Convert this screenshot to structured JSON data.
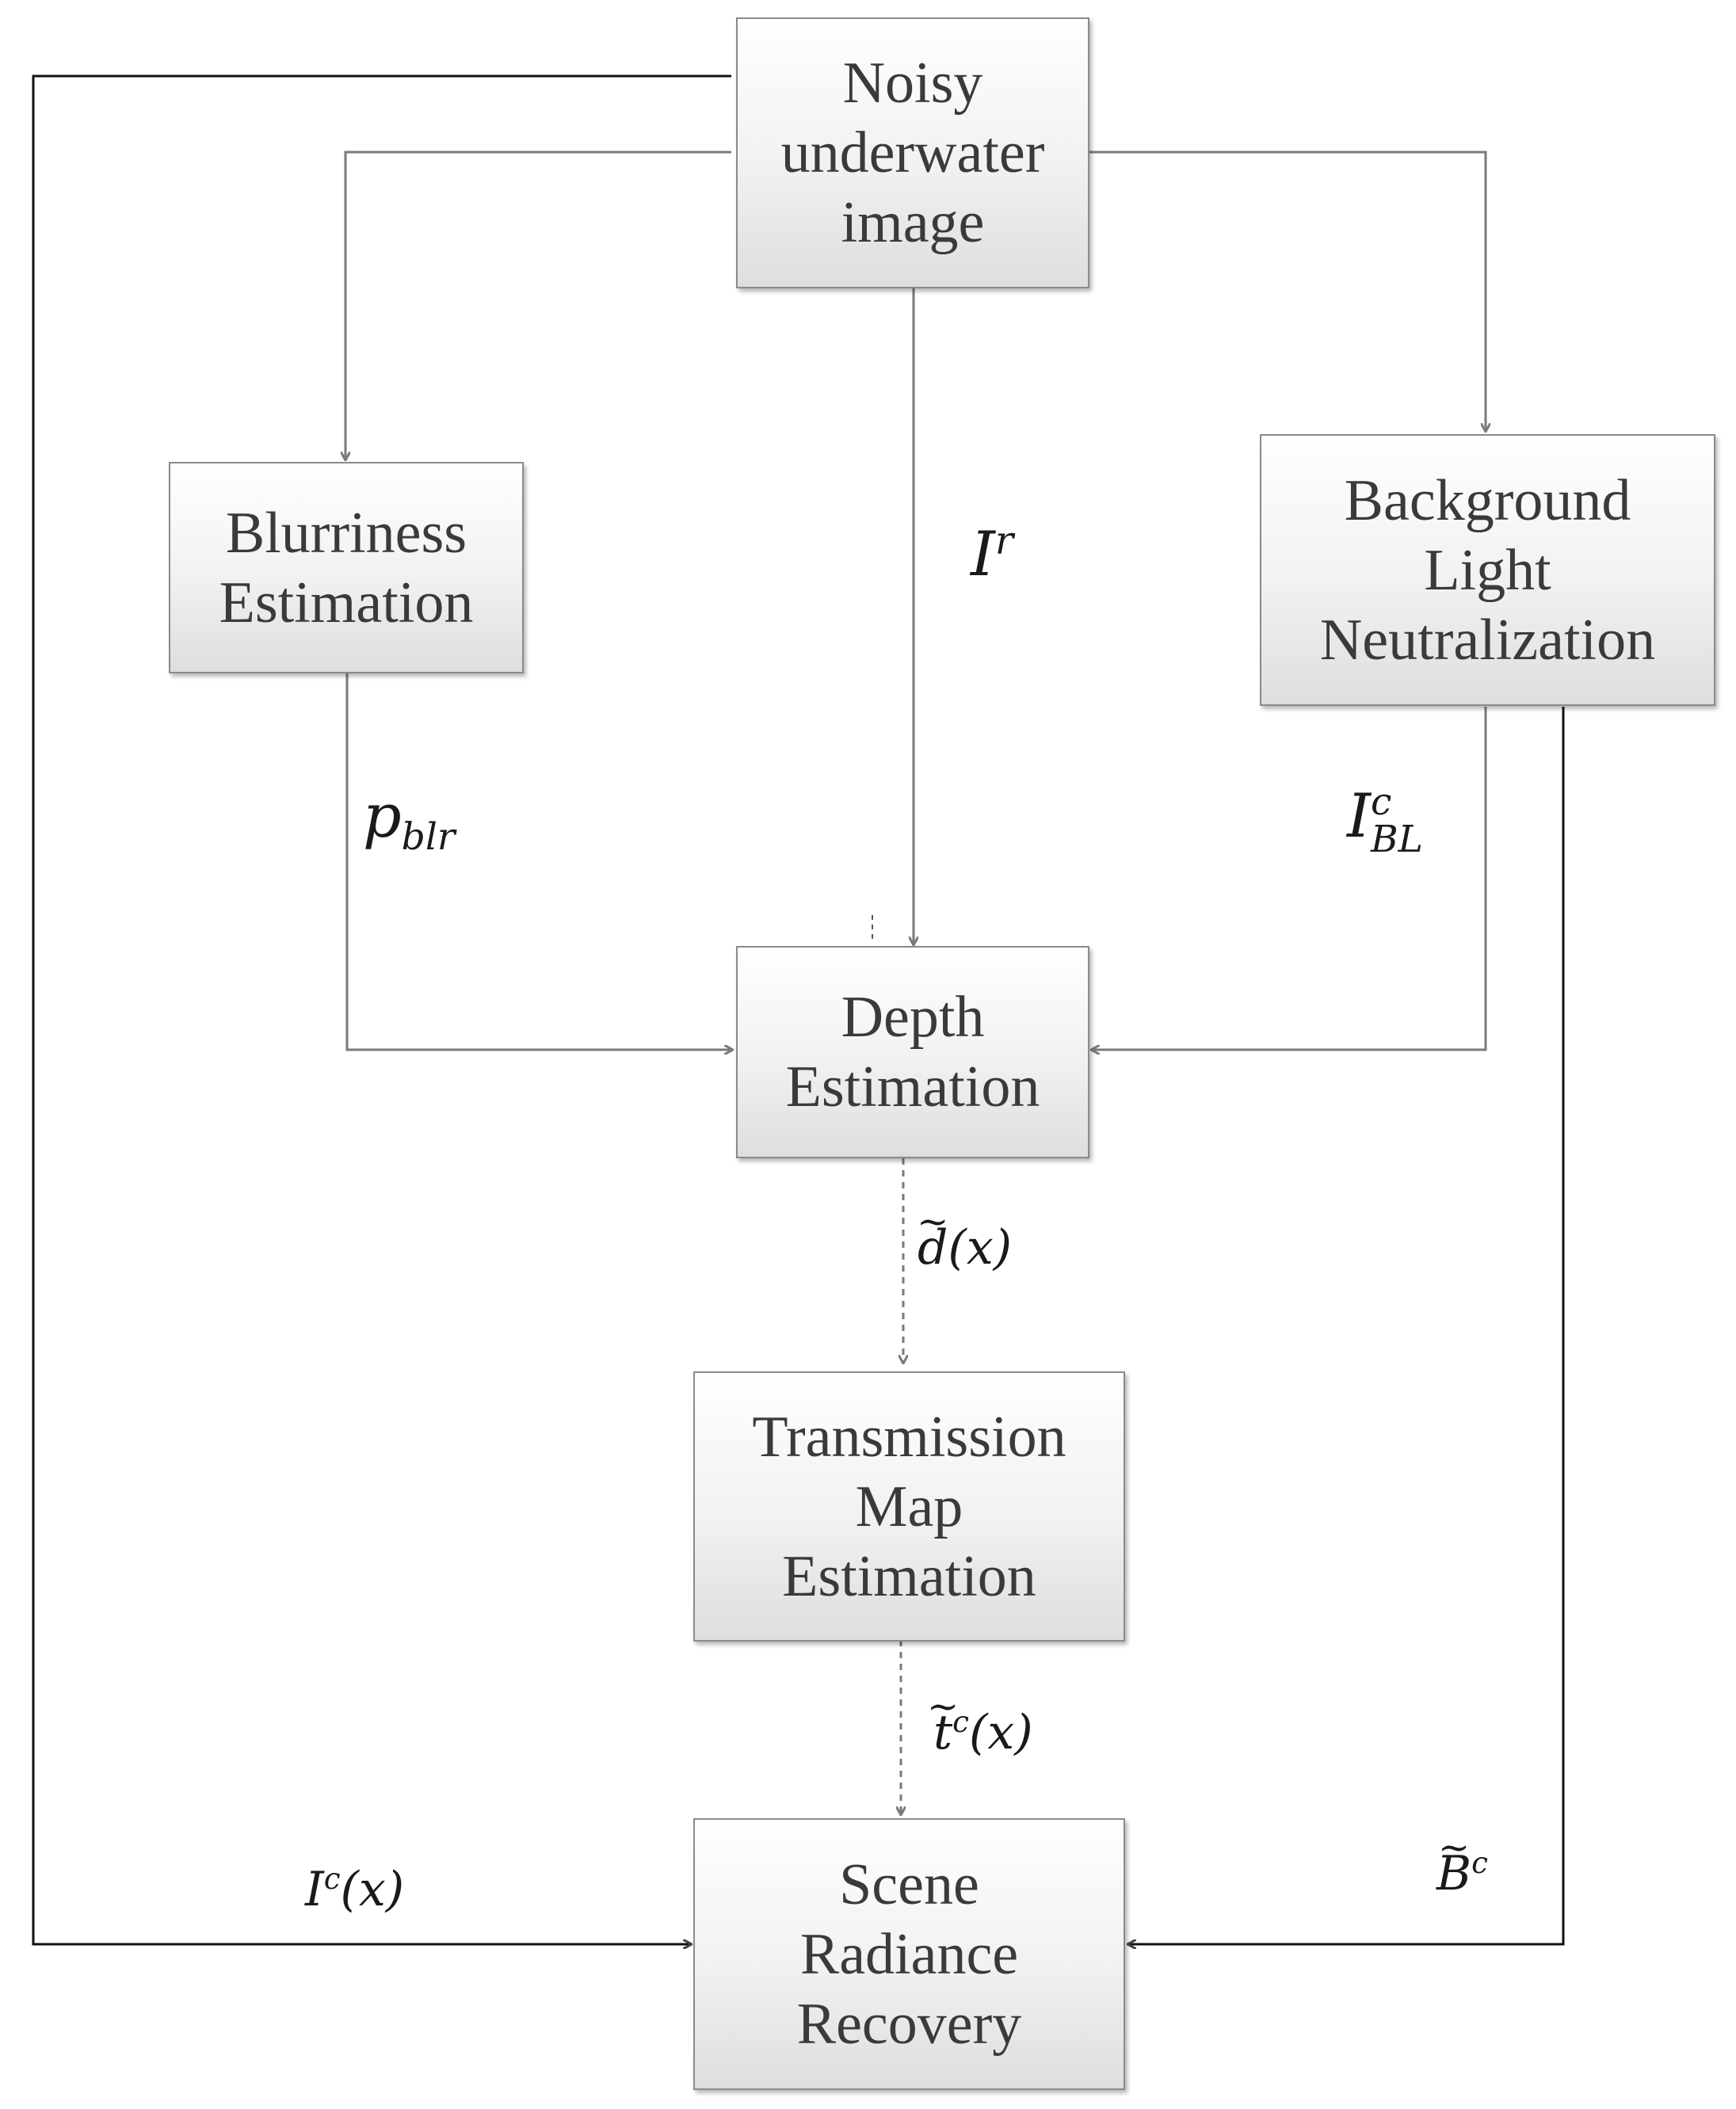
{
  "nodes": {
    "noisy_image": "Noisy\nunderwater\nimage",
    "blurriness": "Blurriness\nEstimation",
    "background_light": "Background\nLight\nNeutralization",
    "depth": "Depth\nEstimation",
    "transmission": "Transmission\nMap\nEstimation",
    "scene_radiance": "Scene\nRadiance\nRecovery"
  },
  "edge_labels": {
    "ir": {
      "base": "I",
      "sup": "r"
    },
    "pblr": {
      "base": "p",
      "sub": "blr"
    },
    "ibl": {
      "base": "I",
      "sup": "c",
      "sub": "BL"
    },
    "dx": {
      "base": "d",
      "rest": "(x)"
    },
    "tx": {
      "base": "t",
      "sup": "c",
      "rest": "(x)"
    },
    "icx": {
      "base": "I",
      "sup": "c",
      "rest": "(x)"
    },
    "bc": {
      "base": "B",
      "sup": "c"
    }
  },
  "colors": {
    "line_gray": "#7a7a7a",
    "line_black": "#111111"
  }
}
